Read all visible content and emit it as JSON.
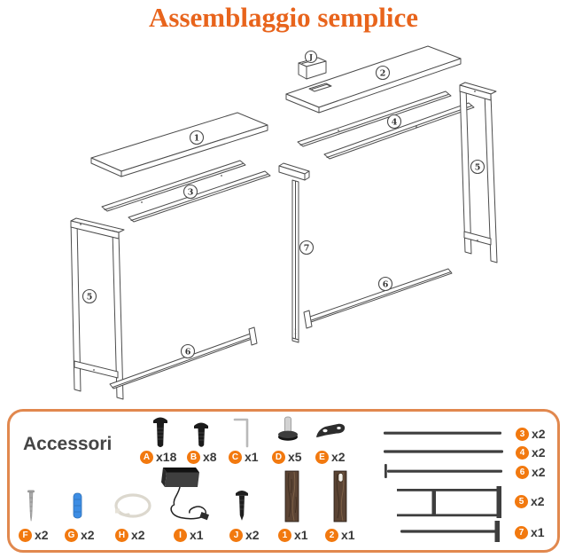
{
  "title": "Assemblaggio semplice",
  "diagram": {
    "labels": {
      "p1": "1",
      "p2": "2",
      "p3": "3",
      "p4": "4",
      "p5": "5",
      "p6": "6",
      "p7": "7",
      "pj": "J"
    }
  },
  "accessories": {
    "heading": "Accessori",
    "hardware": [
      {
        "id": "A",
        "qty": "x18",
        "icon": "long-bolt"
      },
      {
        "id": "B",
        "qty": "x8",
        "icon": "flat-head-bolt"
      },
      {
        "id": "C",
        "qty": "x1",
        "icon": "allen-key"
      },
      {
        "id": "D",
        "qty": "x5",
        "icon": "leveling-foot"
      },
      {
        "id": "E",
        "qty": "x2",
        "icon": "corner-bracket"
      },
      {
        "id": "F",
        "qty": "x2",
        "icon": "wood-screw"
      },
      {
        "id": "G",
        "qty": "x2",
        "icon": "wall-anchor"
      },
      {
        "id": "H",
        "qty": "x2",
        "icon": "cable-tie"
      },
      {
        "id": "I",
        "qty": "x1",
        "icon": "power-strip-with-cord"
      },
      {
        "id": "J",
        "qty": "x2",
        "icon": "small-screw"
      }
    ],
    "panels": [
      {
        "id": "1",
        "qty": "x1",
        "icon": "wood-slat"
      },
      {
        "id": "2",
        "qty": "x1",
        "icon": "wood-slat-with-slot"
      }
    ],
    "frame_parts": [
      {
        "id": "3",
        "qty": "x2",
        "icon": "crossbar-rail"
      },
      {
        "id": "4",
        "qty": "x2",
        "icon": "crossbar-rail"
      },
      {
        "id": "6",
        "qty": "x2",
        "icon": "bottom-rail-with-plate"
      },
      {
        "id": "5",
        "qty": "x2",
        "icon": "side-leg-frame"
      },
      {
        "id": "7",
        "qty": "x1",
        "icon": "t-support-bar"
      }
    ]
  },
  "colors": {
    "title_orange": "#E8641C",
    "badge_orange": "#F2790F",
    "panel_border": "#E1884E",
    "text_dark": "#3A3A3A",
    "wood_brown": "#5B4434",
    "anchor_blue": "#3D8DE4",
    "line_gray": "#4C4C4C"
  }
}
